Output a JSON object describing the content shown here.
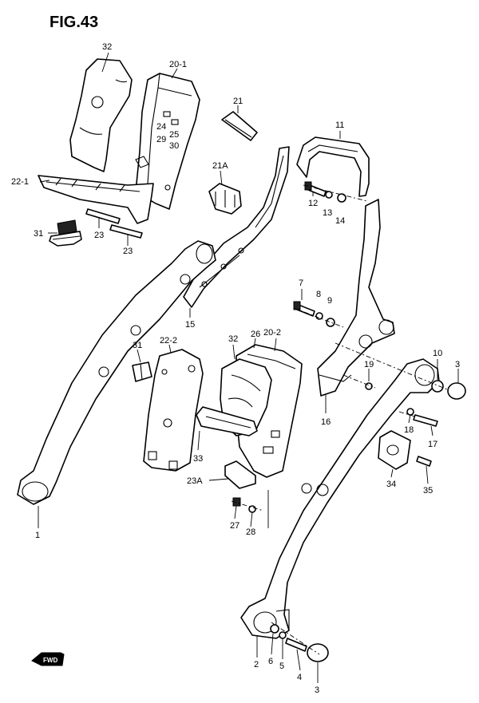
{
  "figure": {
    "title": "FIG.43"
  },
  "fwd_label": "FWD",
  "callouts": {
    "c32a": "32",
    "c20_1": "20-1",
    "c21": "21",
    "c24": "24",
    "c25": "25",
    "c29": "29",
    "c30": "30",
    "c22_1": "22-1",
    "c21a": "21A",
    "c31a": "31",
    "c23a": "23",
    "c23b": "23",
    "c11": "11",
    "c12": "12",
    "c13": "13",
    "c14": "14",
    "c7": "7",
    "c8": "8",
    "c9": "9",
    "c15": "15",
    "c1": "1",
    "c31b": "31",
    "c22_2": "22-2",
    "c32b": "32",
    "c26": "26",
    "c20_2": "20-2",
    "c19": "19",
    "c10": "10",
    "c3a": "3",
    "c16": "16",
    "c18": "18",
    "c17": "17",
    "c33": "33",
    "c23A": "23A",
    "c34": "34",
    "c35": "35",
    "c27": "27",
    "c28": "28",
    "c2": "2",
    "c6": "6",
    "c5": "5",
    "c4": "4",
    "c3b": "3"
  }
}
